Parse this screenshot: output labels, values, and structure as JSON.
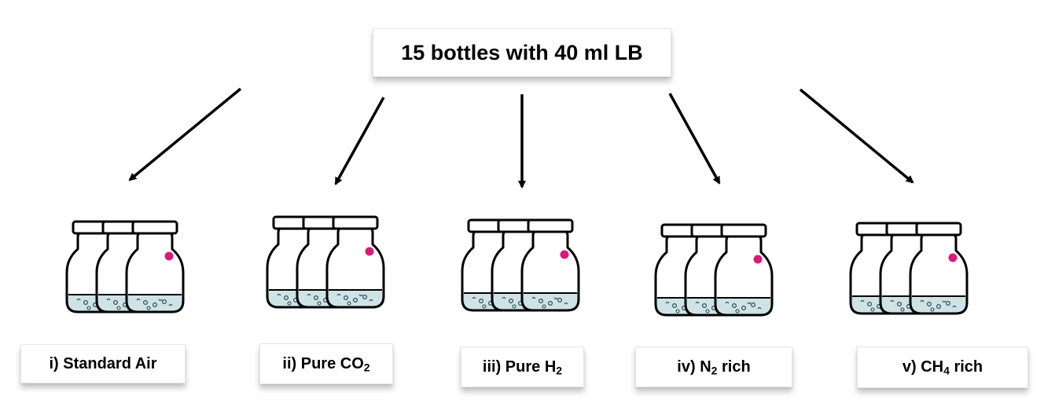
{
  "source": {
    "text": "15 bottles with 40 ml LB"
  },
  "groups": [
    {
      "prefix": "i) Standard Air",
      "sub": "",
      "suffix": "",
      "icon": "bottle-triplet-icon"
    },
    {
      "prefix": "ii) Pure CO",
      "sub": "2",
      "suffix": "",
      "icon": "bottle-triplet-icon"
    },
    {
      "prefix": "iii) Pure H",
      "sub": "2",
      "suffix": "",
      "icon": "bottle-triplet-icon"
    },
    {
      "prefix": "iv) N",
      "sub": "2",
      "suffix": " rich",
      "icon": "bottle-triplet-icon"
    },
    {
      "prefix": "v) CH",
      "sub": "4",
      "suffix": " rich",
      "icon": "bottle-triplet-icon"
    }
  ],
  "colors": {
    "liquid": "#cfe3e6",
    "dot": "#d81b7a",
    "stroke": "#000000"
  }
}
